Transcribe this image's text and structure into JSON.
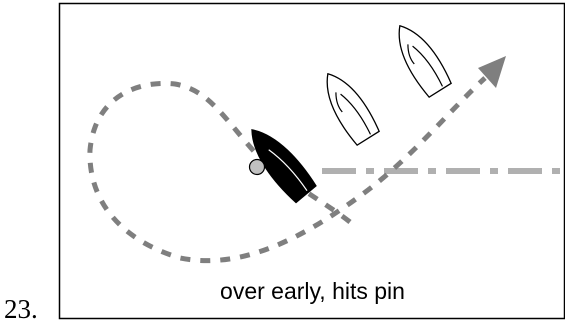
{
  "figure": {
    "number": "23.",
    "caption": "over early, hits pin"
  },
  "colors": {
    "frame": "#000000",
    "course_path": "#7f7f7f",
    "start_line": "#b0b0b0",
    "pin": "#c0c0c0",
    "boat_fill_highlight": "#000000",
    "boat_fill_other": "#ffffff"
  },
  "elements": {
    "boats": [
      {
        "role": "highlighted-boat",
        "style": "filled-black"
      },
      {
        "role": "other-boat",
        "style": "outline"
      },
      {
        "role": "other-boat",
        "style": "outline"
      }
    ],
    "path": "dashed-loop-with-arrow",
    "line": "dash-dot-start-line",
    "mark": "pin-buoy"
  }
}
